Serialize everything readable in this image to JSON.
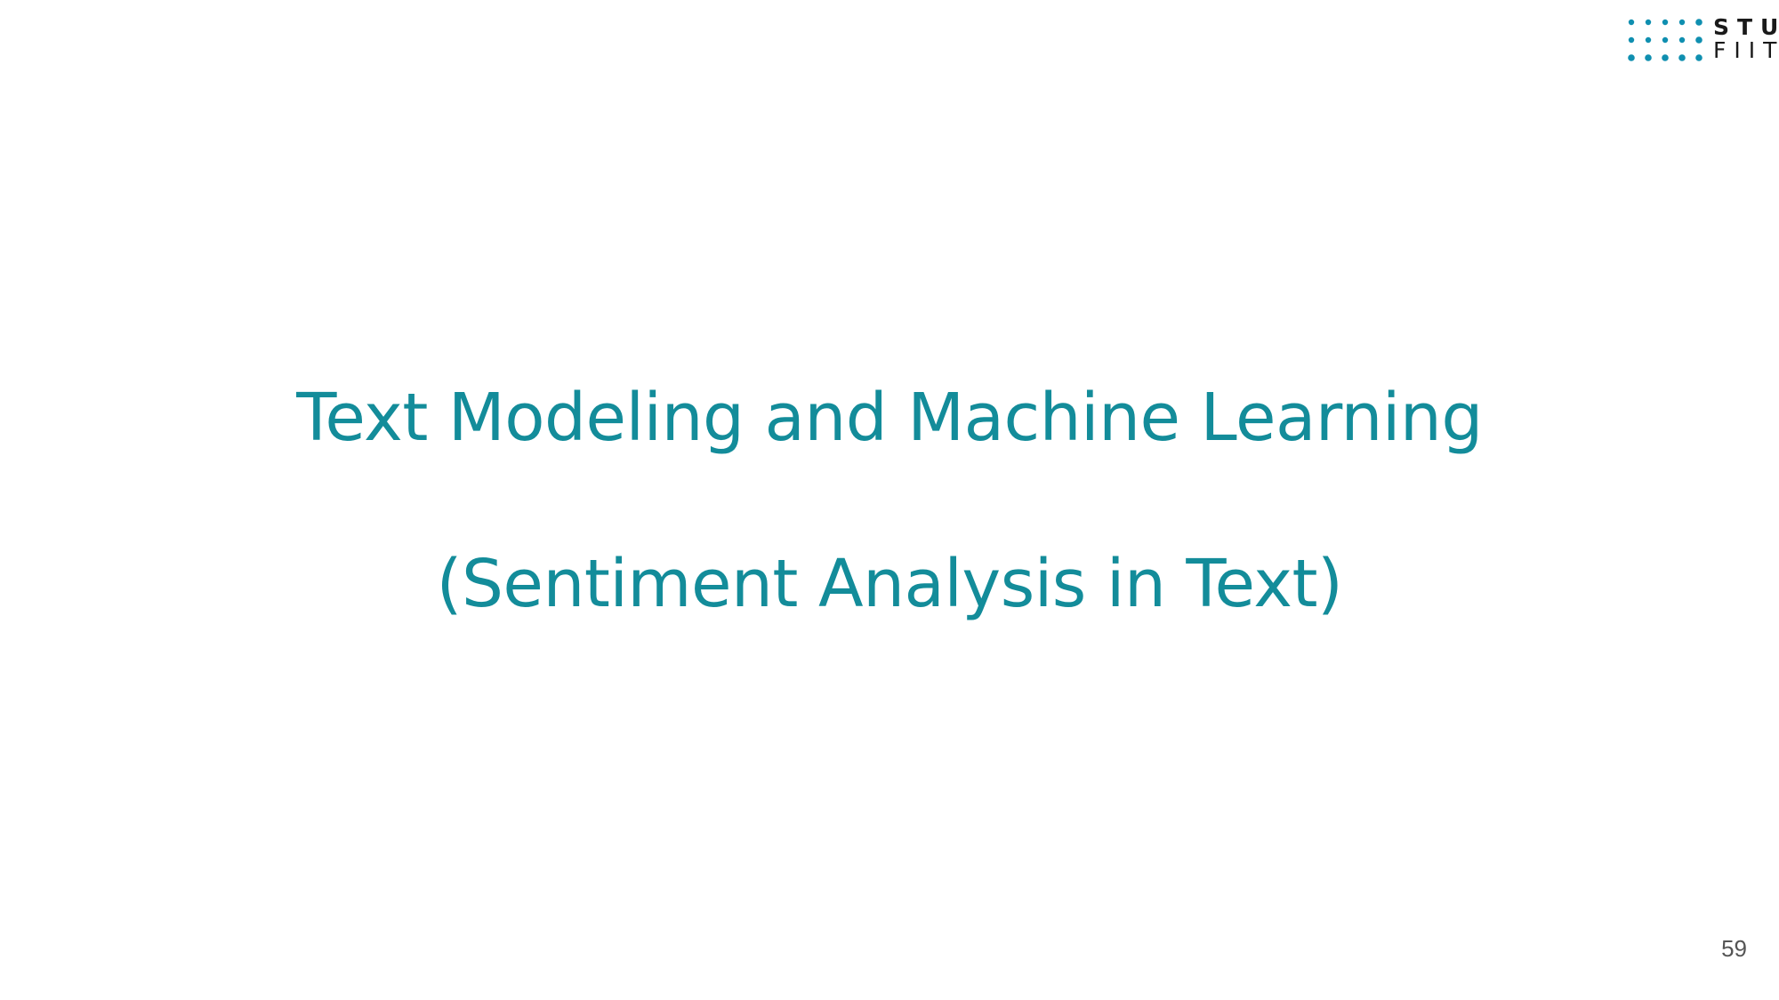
{
  "logo": {
    "icon": "stu-fiit-dots-logo",
    "top_text": "STU",
    "bottom_text": "FIIT",
    "dot_color": "#0f8fb0",
    "text_color": "#1a1a1a"
  },
  "slide": {
    "title": "Text Modeling and Machine Learning",
    "subtitle": "(Sentiment Analysis in Text)",
    "title_color": "#138c9a",
    "page_number": "59"
  }
}
